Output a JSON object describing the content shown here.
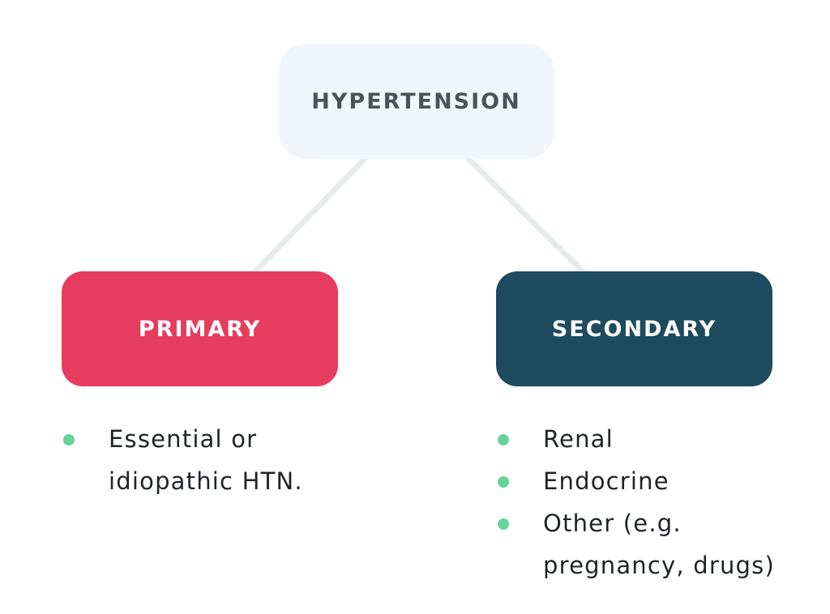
{
  "diagram": {
    "root": {
      "label": "HYPERTENSION"
    },
    "branches": [
      {
        "label": "PRIMARY",
        "color": "#e63d5f",
        "items": [
          "Essential or idiopathic HTN."
        ]
      },
      {
        "label": "SECONDARY",
        "color": "#1f4b5e",
        "items": [
          "Renal",
          "Endocrine",
          "Other (e.g. pregnancy, drugs)"
        ]
      }
    ],
    "colors": {
      "root_fill": "#f1f6fb",
      "root_text": "#4d5259",
      "connector": "#e6ecea",
      "bullet": "#62d59a",
      "text": "#1f2328"
    }
  }
}
